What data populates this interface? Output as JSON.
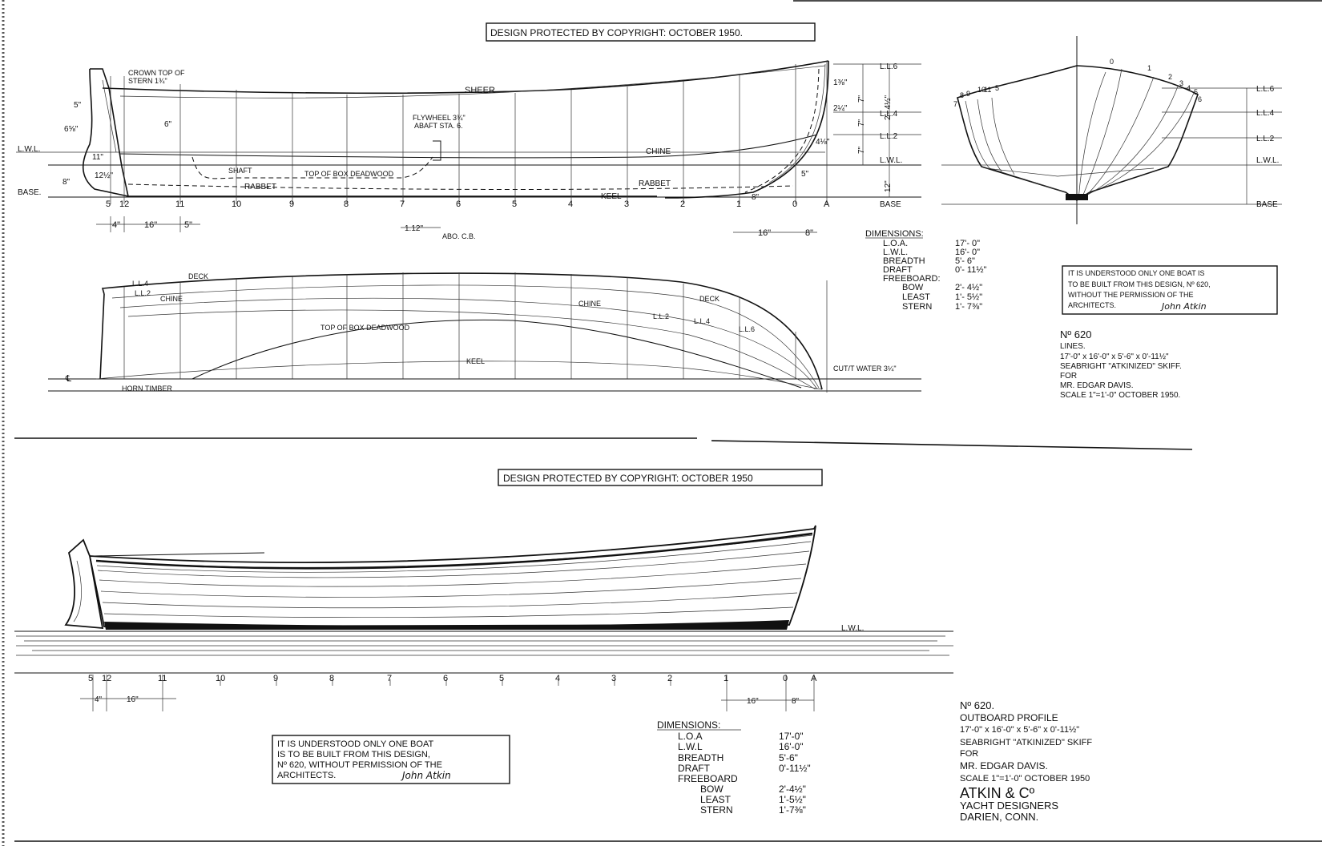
{
  "copyright_banner": "DESIGN PROTECTED BY COPYRIGHT: OCTOBER 1950.",
  "copyright_banner_2": "DESIGN PROTECTED BY COPYRIGHT: OCTOBER 1950",
  "profile_labels": {
    "crown": "CROWN TOP OF",
    "crown2": "STERN 1¾\"",
    "sheer": "SHEER",
    "flywheel": "FLYWHEEL 3¾\"",
    "flywheel2": "ABAFT STA. 6.",
    "chine": "CHINE",
    "shaft": "SHAFT",
    "rabbet_aft": "RABBET",
    "top_box_deadwood": "TOP OF BOX DEADWOOD",
    "rabbet_fwd": "RABBET",
    "keel": "KEEL",
    "lwl": "L.W.L.",
    "base": "BASE.",
    "dim_5": "5\"",
    "dim_6": "6\"",
    "dim_6b": "6⅝\"",
    "dim_11": "11\"",
    "dim_12": "12½\"",
    "dim_8": "8\"",
    "dim_112": "1.12\"",
    "dim_ab": "ABO. C.B.",
    "dim_m8": "8\"",
    "dim_5b": "5\"",
    "dim_13": "1⅜\"",
    "dim_24": "2¼\"",
    "dim_48": "4⅛\"",
    "dim_height": "2'- 4½\"",
    "dim_7a": "7\"",
    "dim_7b": "7\"",
    "dim_7c": "7\"",
    "dim_12b": "12\""
  },
  "station_labels": [
    "5",
    "12",
    "11",
    "10",
    "9",
    "8",
    "7",
    "6",
    "5",
    "4",
    "3",
    "2",
    "1",
    "0",
    "A"
  ],
  "spacing_dims": {
    "a": "4\"",
    "b": "16\"",
    "c": "5\"",
    "d": "16\"",
    "e": "8\""
  },
  "waterlines": [
    "L.L.6",
    "L.L.4",
    "L.L.2",
    "L.W.L.",
    "BASE"
  ],
  "body_plan_stations": [
    "0",
    "1",
    "2",
    "3",
    "4",
    "5",
    "6",
    "7",
    "8",
    "9",
    "10",
    "11",
    "5"
  ],
  "plan_labels": {
    "ll4": "L.L.4",
    "ll2": "L.L.2",
    "deck_aft": "DECK",
    "chine_aft": "CHINE",
    "top_box": "TOP OF BOX DEADWOOD",
    "keel": "KEEL",
    "chine_fwd": "CHINE",
    "ll2_fwd": "L.L.2",
    "ll4_fwd": "L.L.4",
    "ll6_fwd": "L.L.6",
    "deck_fwd": "DECK",
    "cutwater": "CUT/T WATER 3¼\"",
    "horn_timber": "HORN TIMBER",
    "cl": "℄"
  },
  "dimensions_top": {
    "heading": "DIMENSIONS:",
    "rows": [
      {
        "label": "L.O.A.",
        "value": "17'- 0\""
      },
      {
        "label": "L.W.L.",
        "value": "16'- 0\""
      },
      {
        "label": "BREADTH",
        "value": "5'- 6\""
      },
      {
        "label": "DRAFT",
        "value": "0'- 11½\""
      },
      {
        "label": "FREEBOARD:",
        "value": ""
      },
      {
        "label": "BOW",
        "value": "2'- 4½\""
      },
      {
        "label": "LEAST",
        "value": "1'- 5½\""
      },
      {
        "label": "STERN",
        "value": "1'- 7⅜\""
      }
    ]
  },
  "notice_top": {
    "line1": "IT IS UNDERSTOOD ONLY ONE BOAT IS",
    "line2": "TO BE BUILT FROM THIS DESIGN, Nº 620,",
    "line3": "WITHOUT THE PERMISSION OF THE",
    "line4": "ARCHITECTS.",
    "signature": "John Atkin"
  },
  "title_top": {
    "number": "Nº 620",
    "line1": "LINES.",
    "line2": "17'-0\" x 16'-0\" x 5'-6\" x 0'-11½\"",
    "line3": "SEABRIGHT \"ATKINIZED\" SKIFF.",
    "line4": "FOR",
    "line5": "MR. EDGAR DAVIS.",
    "line6": "SCALE 1\"=1'-0\"  OCTOBER 1950."
  },
  "outboard": {
    "lwl": "L.W.L."
  },
  "notice_bottom": {
    "line1": "IT IS UNDERSTOOD ONLY ONE BOAT",
    "line2": "IS TO BE BUILT FROM THIS DESIGN,",
    "line3": "Nº 620, WITHOUT PERMISSION OF THE",
    "line4": "ARCHITECTS.",
    "signature": "John Atkin"
  },
  "dimensions_bottom": {
    "heading": "DIMENSIONS:",
    "rows": [
      {
        "label": "L.O.A",
        "value": "17'-0\""
      },
      {
        "label": "L.W.L",
        "value": "16'-0\""
      },
      {
        "label": "BREADTH",
        "value": "5'-6\""
      },
      {
        "label": "DRAFT",
        "value": "0'-11½\""
      },
      {
        "label": "FREEBOARD",
        "value": ""
      },
      {
        "label": "BOW",
        "value": "2'-4½\""
      },
      {
        "label": "LEAST",
        "value": "1'-5½\""
      },
      {
        "label": "STERN",
        "value": "1'-7⅜\""
      }
    ]
  },
  "title_bottom": {
    "number": "Nº 620.",
    "line1": "OUTBOARD PROFILE",
    "line2": "17'-0\" x 16'-0\" x 5'-6\" x 0'-11½\"",
    "line3": "SEABRIGHT \"ATKINIZED\" SKIFF",
    "line4": "FOR",
    "line5": "MR. EDGAR DAVIS.",
    "line6": "SCALE 1\"=1'-0\"  OCTOBER 1950",
    "firm": "ATKIN & Cº",
    "firm2": "YACHT DESIGNERS",
    "firm3": "DARIEN, CONN."
  }
}
